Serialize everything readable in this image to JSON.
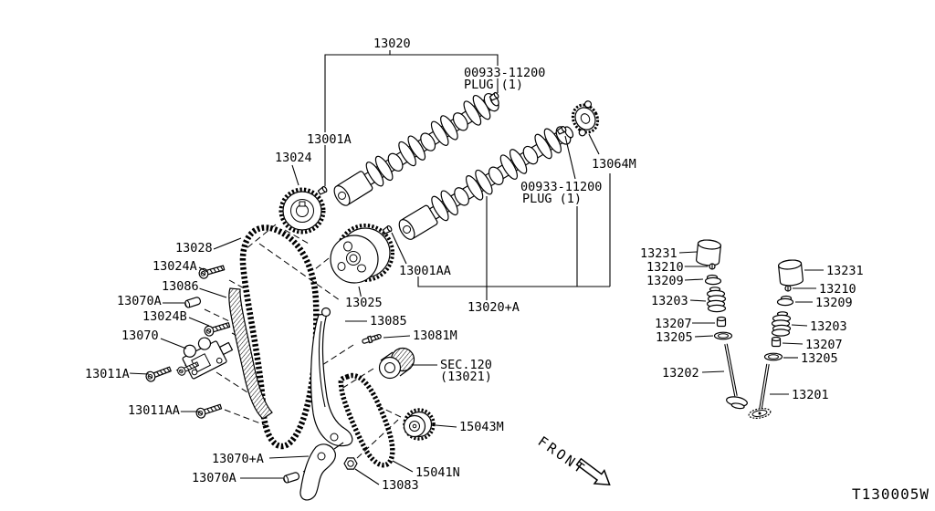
{
  "drawing": {
    "code": "T130005W",
    "front_indicator": "FRONT",
    "background": "#ffffff",
    "line_color": "#000000"
  },
  "callouts": {
    "cam_assembly_top": "13020",
    "plug_top": [
      "00933-11200",
      "PLUG (1)"
    ],
    "cam_end_plug_top": "13001A",
    "cam_sprocket": "13024",
    "sensor_plate": "13064M",
    "plug_mid": [
      "00933-11200",
      "PLUG (1)"
    ],
    "timing_chain": "13028",
    "bolt_13024a": "13024A",
    "chain_guide": "13086",
    "pin_upper": "13070A",
    "bolt_13024b": "13024B",
    "chain_tensioner": "13070",
    "bolt_13011a": "13011A",
    "bolt_13011aa": "13011AA",
    "vtc_sprocket": "13025",
    "tensioner_guide": "13085",
    "stud": "13081M",
    "crank_sprocket": [
      "SEC.120",
      "(13021)"
    ],
    "cam_assembly_bottom": "13020+A",
    "cam_end_plug_bottom": "13001AA",
    "tensioner_arm": "13070+A",
    "pin_lower": "13070A",
    "nut": "13083",
    "oil_pump_chain": "15041N",
    "oil_pump_sprocket": "15043M"
  },
  "valve_left": {
    "lifter": "13231",
    "collet": "13210",
    "retainer": "13209",
    "spring": "13203",
    "seal": "13207",
    "seat": "13205",
    "valve": "13202"
  },
  "valve_right": {
    "lifter": "13231",
    "collet": "13210",
    "retainer": "13209",
    "spring": "13203",
    "seal": "13207",
    "seat": "13205",
    "valve": "13201"
  }
}
